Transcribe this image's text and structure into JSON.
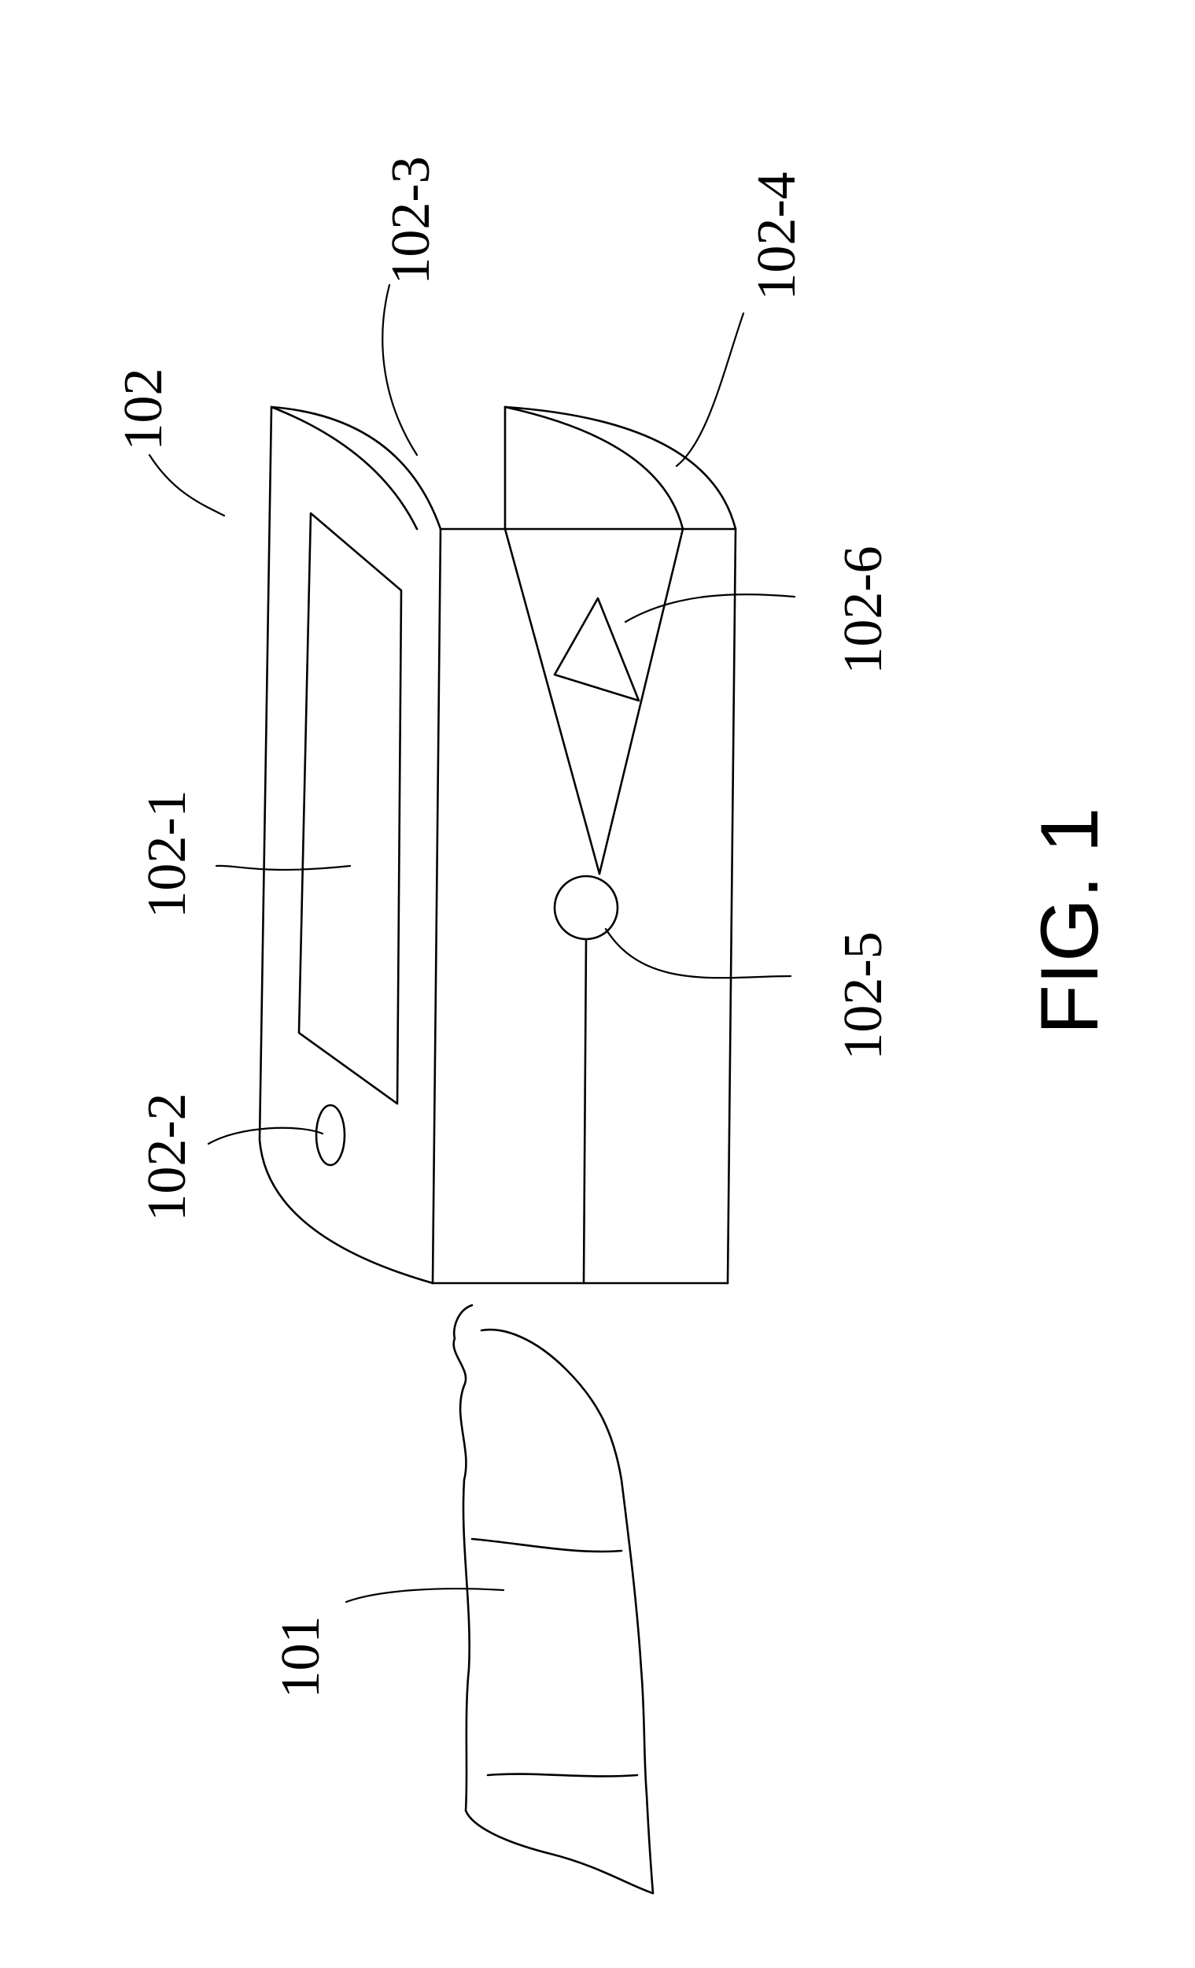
{
  "caption": "FIG. 1",
  "labels": {
    "finger": "101",
    "device": "102",
    "display": "102-1",
    "button": "102-2",
    "upper_clip": "102-3",
    "lower_clip": "102-4",
    "hinge": "102-5",
    "spring": "102-6"
  }
}
